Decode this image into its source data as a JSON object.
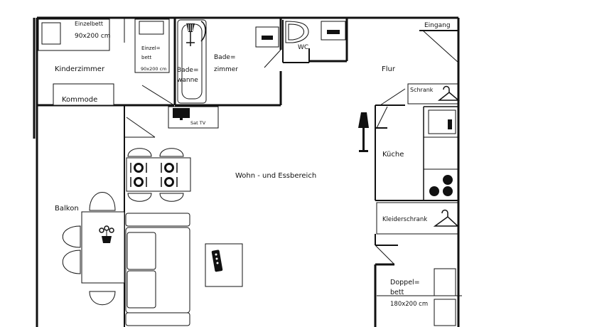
{
  "labels": {
    "einzelbett1": "Einzelbett",
    "einzelbett1_size": "90x200 cm",
    "einzelbett2_a": "Einzel=",
    "einzelbett2_b": "bett",
    "einzelbett2_size": "90x200 cm",
    "kinderzimmer": "Kinderzimmer",
    "kommode": "Kommode",
    "badewanne_a": "Bade=",
    "badewanne_b": "wanne",
    "badezimmer_a": "Bade=",
    "badezimmer_b": "zimmer",
    "wc": "WC",
    "eingang": "Eingang",
    "flur": "Flur",
    "schrank": "Schrank",
    "sat_tv": "Sat TV",
    "kueche": "Küche",
    "wohnbereich": "Wohn -  und Essbereich",
    "balkon": "Balkon",
    "kleiderschrank": "Kleiderschrank",
    "doppelbett_a": "Doppel=",
    "doppelbett_b": "bett",
    "doppelbett_size": "180x200 cm"
  },
  "icons": [
    "shower-icon",
    "toilet-icon",
    "sink-icon",
    "hanger-icon",
    "floor-lamp-icon",
    "tv-icon",
    "plant-icon",
    "remote-icon",
    "stove-icon"
  ]
}
